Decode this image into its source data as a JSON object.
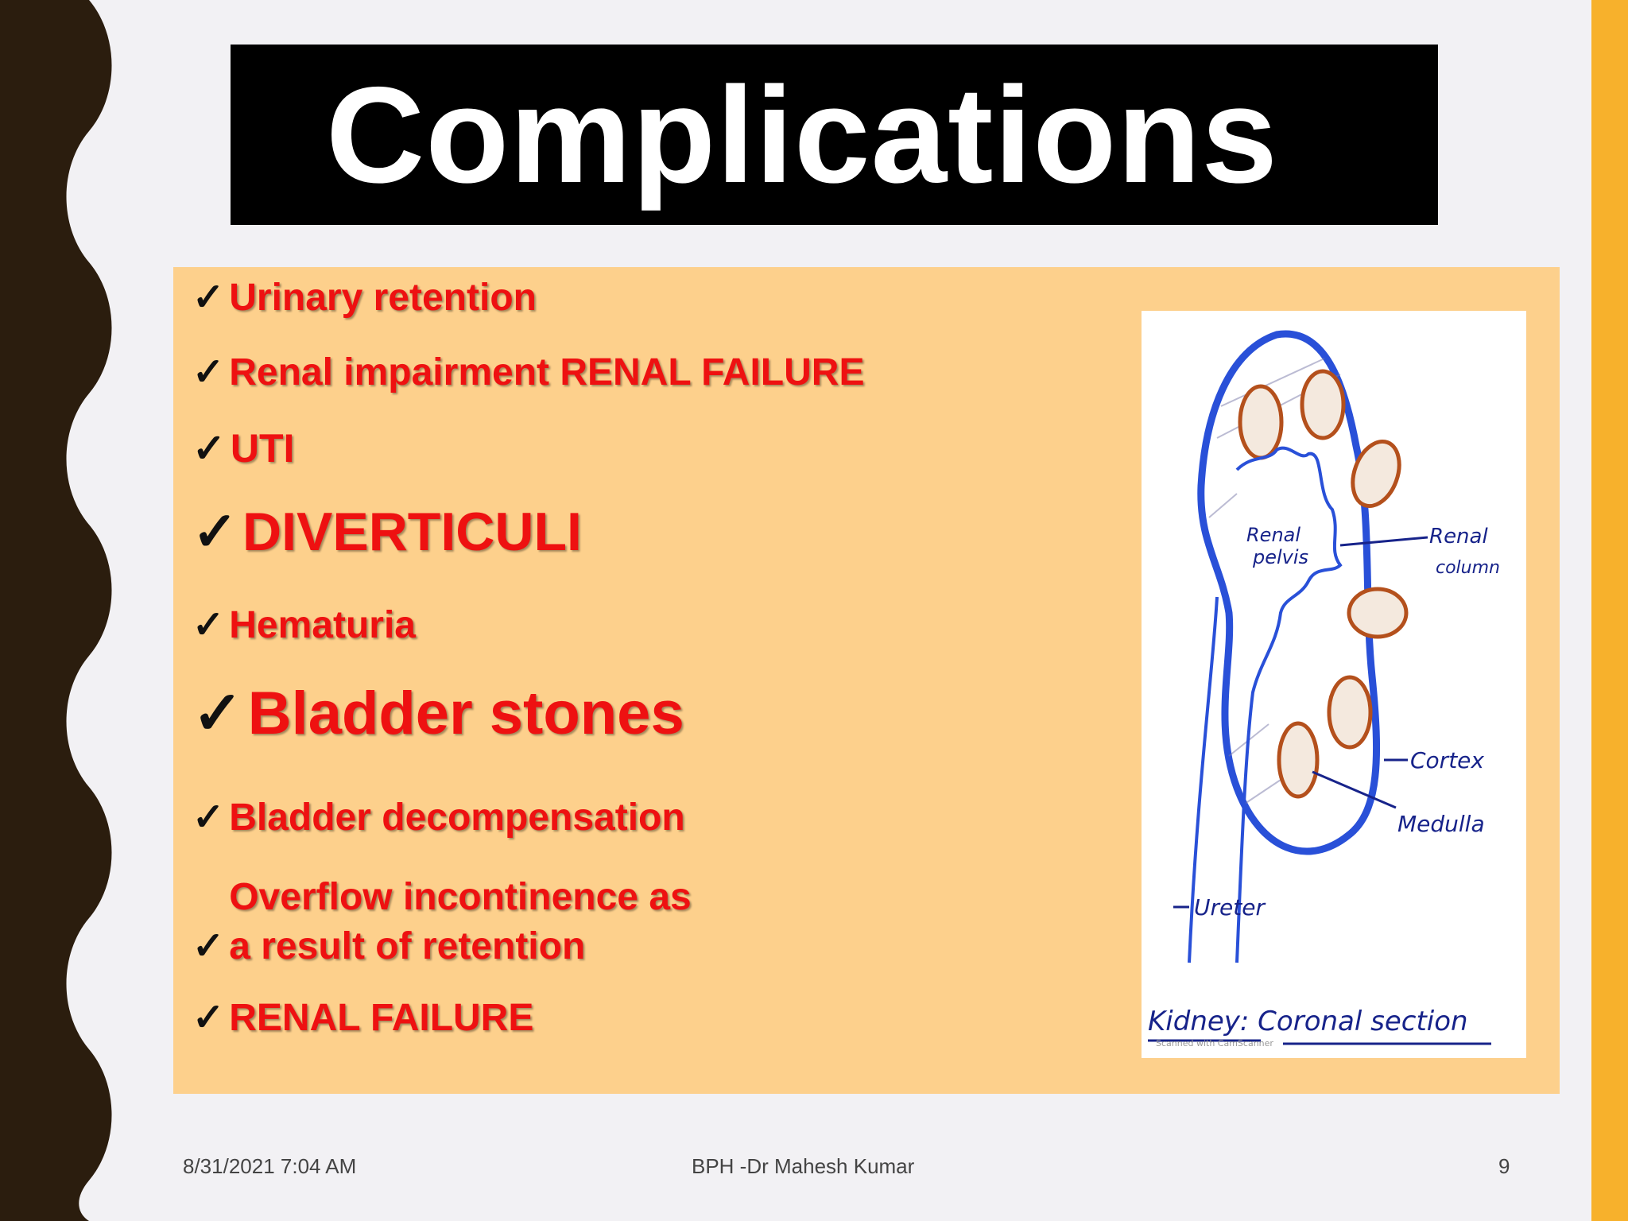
{
  "slide": {
    "title": "Complications",
    "items": [
      {
        "check": "✓",
        "text": "Urinary retention"
      },
      {
        "check": "✓",
        "text": "Renal impairment RENAL FAILURE"
      },
      {
        "check": "✓",
        "text": "UTI"
      },
      {
        "check": "✓",
        "text": "DIVERTICULI"
      },
      {
        "check": "✓",
        "text": "Hematuria"
      },
      {
        "check": "✓",
        "text": "Bladder stones"
      },
      {
        "check": "✓",
        "text": "Bladder decompensation"
      },
      {
        "check": "✓",
        "text": "Overflow incontinence as",
        "text2": "a result of retention"
      },
      {
        "check": "✓",
        "text": "RENAL FAILURE"
      }
    ]
  },
  "figure": {
    "labels": {
      "renal_pelvis_1": "Renal",
      "renal_pelvis_2": "pelvis",
      "renal_column_1": "Renal",
      "renal_column_2": "column",
      "cortex": "Cortex",
      "medulla": "Medulla",
      "ureter": "Ureter",
      "caption": "Kidney: Coronal section",
      "scanner": "Scanned with CamScanner"
    }
  },
  "footer": {
    "date": "8/31/2021 7:04 AM",
    "center": "BPH -Dr Mahesh Kumar",
    "page": "9"
  },
  "colors": {
    "accent_bar": "#f7b12c",
    "panel": "#fdd08c",
    "item_text": "#ee1111",
    "title_bg": "#000000",
    "left_wave": "#2b1d0e"
  }
}
